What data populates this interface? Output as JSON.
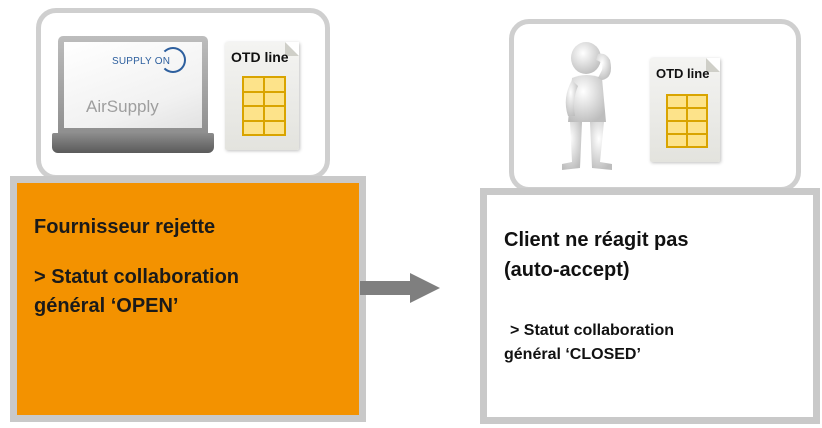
{
  "left": {
    "logo_brand": "SUPPLY",
    "logo_brand_suffix": "ON",
    "app_name": "AirSupply",
    "doc_label": "OTD line",
    "title": "Fournisseur rejette",
    "status_line1": "> Statut collaboration",
    "status_line2": "général ‘OPEN’"
  },
  "right": {
    "doc_label": "OTD line",
    "title_line1": "Client ne réagit pas",
    "title_line2": "(auto-accept)",
    "status_line1": "> Statut collaboration",
    "status_line2": "général ‘CLOSED’"
  },
  "colors": {
    "supplier_box": "#f39200",
    "border_gray": "#c9c9c9",
    "arrow": "#7f7f7f",
    "logo_blue": "#2d5f9e"
  },
  "icons": [
    "laptop-icon",
    "document-icon",
    "thinking-person-icon",
    "arrow-right-icon"
  ]
}
